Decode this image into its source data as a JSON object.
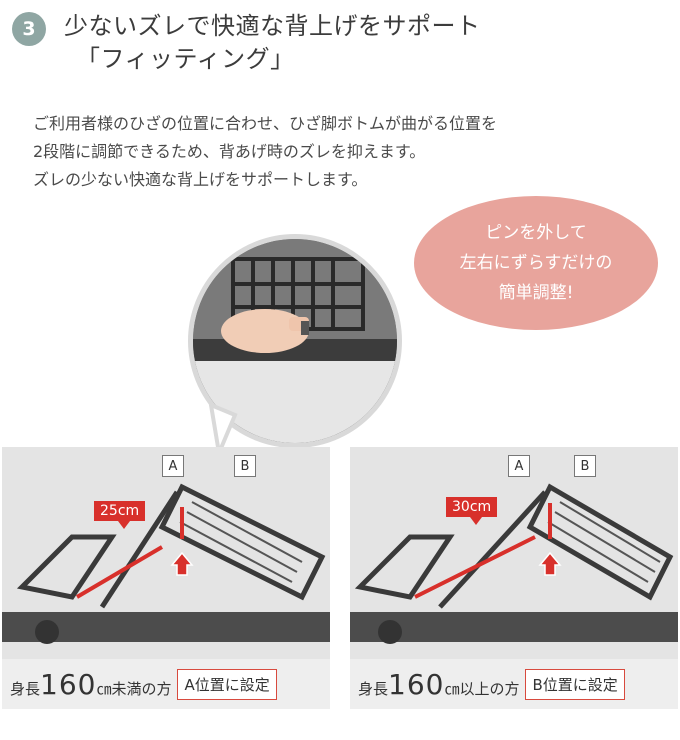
{
  "header": {
    "step_number": "3",
    "title_line1": "少ないズレで快適な背上げをサポート",
    "title_line2": "「フィッティング」"
  },
  "description": {
    "line1": "ご利用者様のひざの位置に合わせ、ひざ脚ボトムが曲がる位置を",
    "line2": "2段階に調節できるため、背あげ時のズレを抑えます。",
    "line3": "ズレの少ない快適な背上げをサポートします。"
  },
  "bubble": {
    "line1": "ピンを外して",
    "line2": "左右にずらすだけの",
    "line3": "簡単調整!"
  },
  "panels": [
    {
      "label_a": "A",
      "label_b": "B",
      "distance": "25cm",
      "caption_prefix": "身長",
      "caption_number": "160",
      "caption_unit": "㎝未満の方",
      "setting": "A位置に設定"
    },
    {
      "label_a": "A",
      "label_b": "B",
      "distance": "30cm",
      "caption_prefix": "身長",
      "caption_number": "160",
      "caption_unit": "㎝以上の方",
      "setting": "B位置に設定"
    }
  ],
  "colors": {
    "badge": "#8fa6a3",
    "bubble": "#e8a49c",
    "accent_red": "#d8302b",
    "panel_bg": "#e9e9e9"
  }
}
